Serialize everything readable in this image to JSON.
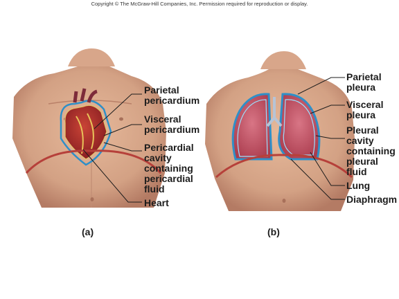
{
  "copyright": "Copyright © The McGraw-Hill Companies, Inc.  Permission required for reproduction or display.",
  "panel_a": {
    "caption": "(a)",
    "labels": {
      "parietal_pericardium": [
        "Parietal",
        "pericardium"
      ],
      "visceral_pericardium": [
        "Visceral",
        "pericardium"
      ],
      "pericardial_cavity": [
        "Pericardial",
        "cavity",
        "containing",
        "pericardial",
        "fluid"
      ],
      "heart": [
        "Heart"
      ]
    }
  },
  "panel_b": {
    "caption": "(b)",
    "labels": {
      "parietal_pleura": [
        "Parietal",
        "pleura"
      ],
      "visceral_pleura": [
        "Visceral",
        "pleura"
      ],
      "pleural_cavity": [
        "Pleural",
        "cavity",
        "containing",
        "pleural",
        "fluid"
      ],
      "lung": [
        "Lung"
      ],
      "diaphragm": [
        "Diaphragm"
      ]
    }
  },
  "colors": {
    "skin": "#d9a889",
    "skin_shadow": "#b9806a",
    "heart": "#b0302f",
    "lung": "#c85b6b",
    "membrane": "#2f8fc8",
    "diaphragm": "#b6403a",
    "leader": "#1c1c1c"
  }
}
